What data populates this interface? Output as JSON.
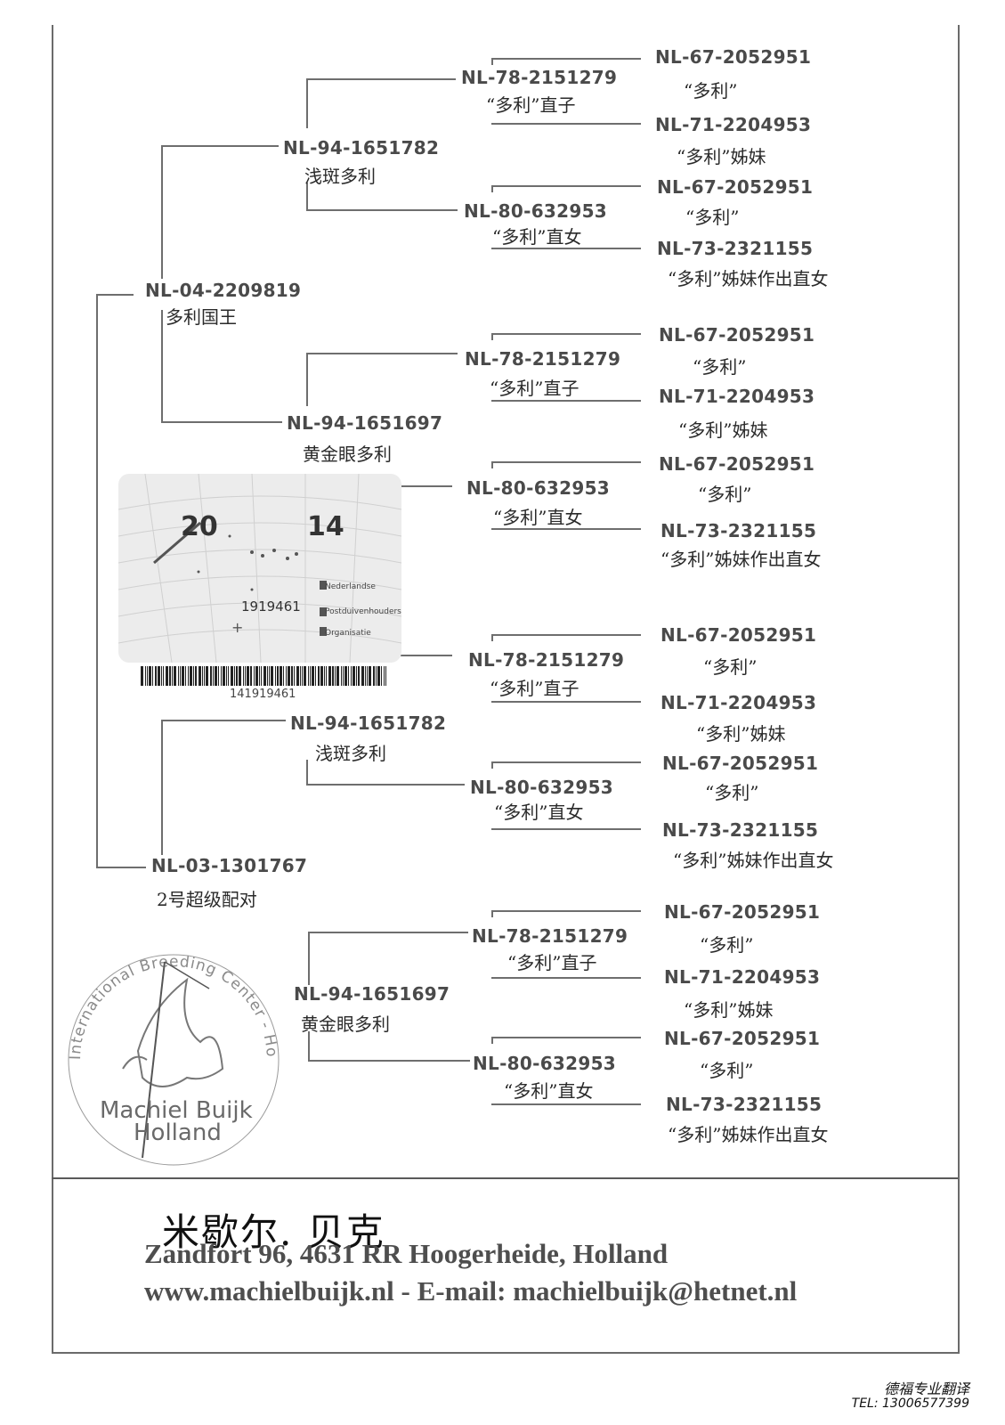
{
  "pedigree": {
    "subject": {
      "ring": "NL-04-2209819",
      "name": "多利国王"
    },
    "dam_line": {
      "ring": "NL-03-1301767",
      "name": "2号超级配对"
    },
    "sire_sire": {
      "ring": "NL-94-1651782",
      "name": "浅斑多利"
    },
    "sire_dam": {
      "ring": "NL-94-1651697",
      "name": "黄金眼多利"
    },
    "dam_sire": {
      "ring": "NL-94-1651782",
      "name": "浅斑多利"
    },
    "dam_dam": {
      "ring": "NL-94-1651697",
      "name": "黄金眼多利"
    },
    "gen3": [
      {
        "ring": "NL-78-2151279",
        "name": "“多利”直子"
      },
      {
        "ring": "NL-80-632953",
        "name": "“多利”直女"
      },
      {
        "ring": "NL-78-2151279",
        "name": "“多利”直子"
      },
      {
        "ring": "NL-80-632953",
        "name": "“多利”直女"
      },
      {
        "ring": "NL-78-2151279",
        "name": "“多利”直子"
      },
      {
        "ring": "NL-80-632953",
        "name": "“多利”直女"
      },
      {
        "ring": "NL-78-2151279",
        "name": "“多利”直子"
      },
      {
        "ring": "NL-80-632953",
        "name": "“多利”直女"
      }
    ],
    "gen4": [
      {
        "ring": "NL-67-2052951",
        "name": "“多利”"
      },
      {
        "ring": "NL-71-2204953",
        "name": "“多利”姊妹"
      },
      {
        "ring": "NL-67-2052951",
        "name": "“多利”"
      },
      {
        "ring": "NL-73-2321155",
        "name": "“多利”姊妹作出直女"
      },
      {
        "ring": "NL-67-2052951",
        "name": "“多利”"
      },
      {
        "ring": "NL-71-2204953",
        "name": "“多利”姊妹"
      },
      {
        "ring": "NL-67-2052951",
        "name": "“多利”"
      },
      {
        "ring": "NL-73-2321155",
        "name": "“多利”姊妹作出直女"
      },
      {
        "ring": "NL-67-2052951",
        "name": "“多利”"
      },
      {
        "ring": "NL-71-2204953",
        "name": "“多利”姊妹"
      },
      {
        "ring": "NL-67-2052951",
        "name": "“多利”"
      },
      {
        "ring": "NL-73-2321155",
        "name": "“多利”姊妹作出直女"
      },
      {
        "ring": "NL-67-2052951",
        "name": "“多利”"
      },
      {
        "ring": "NL-71-2204953",
        "name": "“多利”姊妹"
      },
      {
        "ring": "NL-67-2052951",
        "name": "“多利”"
      },
      {
        "ring": "NL-73-2321155",
        "name": "“多利”姊妹作出直女"
      }
    ]
  },
  "ring_sticker": {
    "year_left": "20",
    "year_right": "14",
    "number": "1919461",
    "org_lines": [
      "Nederlandse",
      "Postduivenhouders",
      "Organisatie"
    ],
    "barcode_number": "141919461"
  },
  "stamp": {
    "text_top": "International Breeding Center - Hoogerheide - Holland",
    "text_center_1": "Machiel Buijk",
    "text_center_2": "Holland"
  },
  "breeder": {
    "name_cn": "米歇尔. 贝克",
    "address": "Zandfort 96, 4631 RR Hoogerheide, Holland",
    "contact": "www.machielbuijk.nl  -  E-mail: machielbuijk@hetnet.nl"
  },
  "translator": {
    "brand": "德福专业翻译",
    "tel": "TEL: 13006577399"
  }
}
